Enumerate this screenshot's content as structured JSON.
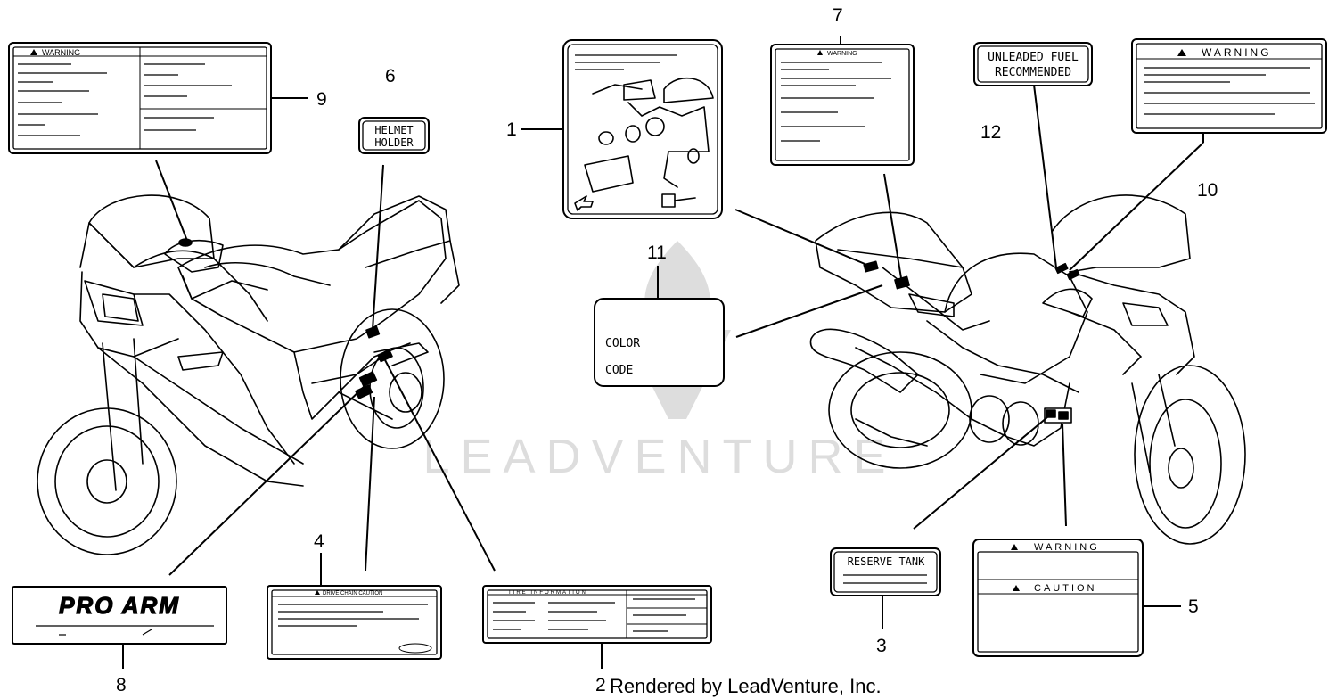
{
  "diagram": {
    "callouts": [
      {
        "num": "1"
      },
      {
        "num": "2"
      },
      {
        "num": "3"
      },
      {
        "num": "4"
      },
      {
        "num": "5"
      },
      {
        "num": "6"
      },
      {
        "num": "7"
      },
      {
        "num": "8"
      },
      {
        "num": "9"
      },
      {
        "num": "10"
      },
      {
        "num": "11"
      },
      {
        "num": "12"
      }
    ],
    "labels": {
      "warning_9": "WARNING",
      "helmet_line1": "HELMET",
      "helmet_line2": "HOLDER",
      "warning_7": "WARNING",
      "fuel_line1": "UNLEADED FUEL",
      "fuel_line2": "RECOMMENDED",
      "warning_10": "WARNING",
      "color_line1": "COLOR",
      "color_line2": "CODE",
      "proarm": "PRO ARM",
      "drive_chain": "DRIVE CHAIN CAUTION",
      "tire_info": "TIRE INFORMATION",
      "reserve_tank": "RESERVE TANK",
      "warning_5": "WARNING",
      "caution_5": "CAUTION"
    },
    "watermark": "LEADVENTURE",
    "credit": "Rendered by LeadVenture, Inc."
  }
}
